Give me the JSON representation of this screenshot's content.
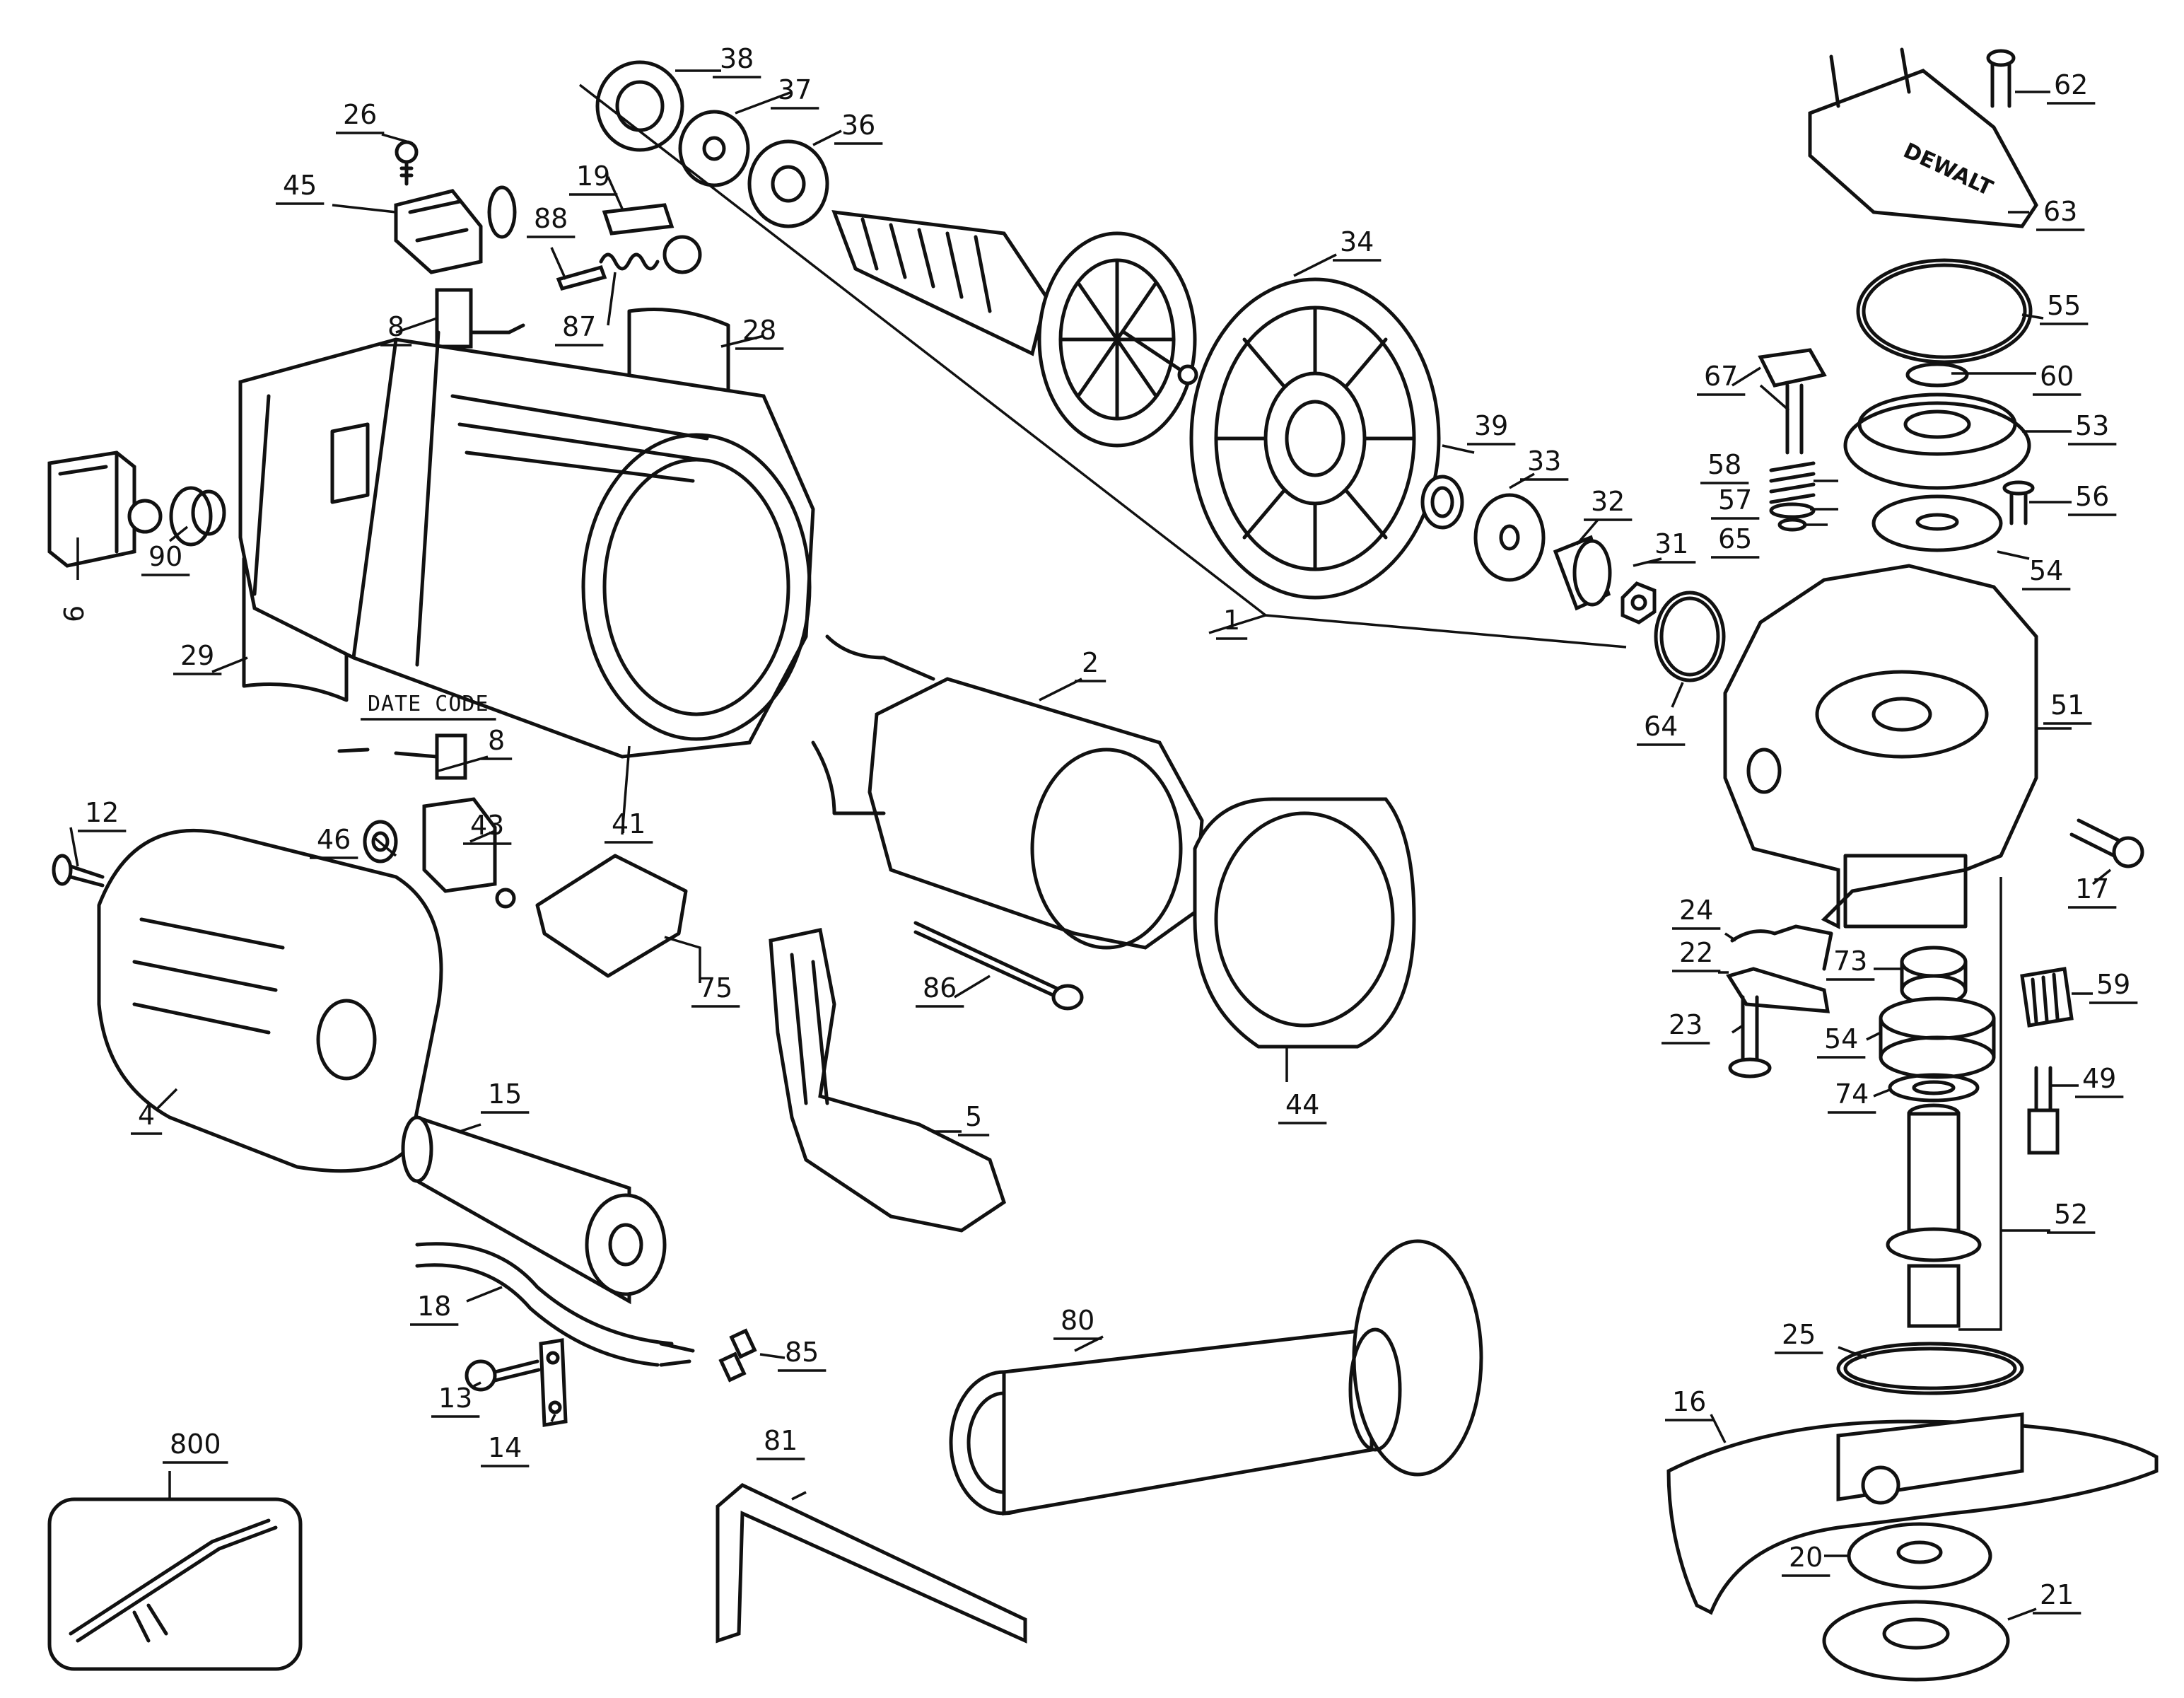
{
  "diagram": {
    "parts": [
      {
        "id": "p38",
        "label": "38",
        "icon": "bearing-ring-icon"
      },
      {
        "id": "p37",
        "label": "37",
        "icon": "washer-icon"
      },
      {
        "id": "p36",
        "label": "36",
        "icon": "bearing-icon"
      },
      {
        "id": "p26",
        "label": "26",
        "icon": "screw-icon"
      },
      {
        "id": "p45",
        "label": "45",
        "icon": "brush-holder-icon"
      },
      {
        "id": "p19",
        "label": "19",
        "icon": "spindle-lock-icon"
      },
      {
        "id": "p88",
        "label": "88",
        "icon": "pin-icon"
      },
      {
        "id": "p87",
        "label": "87",
        "icon": "spring-icon"
      },
      {
        "id": "p8a",
        "label": "8",
        "icon": "carbon-brush-icon"
      },
      {
        "id": "p28",
        "label": "28",
        "icon": "label-icon"
      },
      {
        "id": "p34",
        "label": "34",
        "icon": "fan-baffle-icon"
      },
      {
        "id": "p39",
        "label": "39",
        "icon": "washer-icon"
      },
      {
        "id": "p33",
        "label": "33",
        "icon": "bearing-icon"
      },
      {
        "id": "p32",
        "label": "32",
        "icon": "pinion-icon"
      },
      {
        "id": "p31",
        "label": "31",
        "icon": "nut-icon"
      },
      {
        "id": "p1",
        "label": "1",
        "icon": "armature-icon"
      },
      {
        "id": "p6",
        "label": "6",
        "icon": "switch-icon"
      },
      {
        "id": "p90",
        "label": "90",
        "icon": "bushing-icon"
      },
      {
        "id": "p29",
        "label": "29",
        "icon": "label-icon"
      },
      {
        "id": "p8b",
        "label": "8",
        "icon": "carbon-brush-icon"
      },
      {
        "id": "p41",
        "label": "41",
        "icon": "motor-housing-icon"
      },
      {
        "id": "p2",
        "label": "2",
        "icon": "field-stator-icon"
      },
      {
        "id": "p12",
        "label": "12",
        "icon": "screw-icon"
      },
      {
        "id": "p46",
        "label": "46",
        "icon": "spring-icon"
      },
      {
        "id": "p43",
        "label": "43",
        "icon": "brush-holder-icon"
      },
      {
        "id": "p75",
        "label": "75",
        "icon": "label-icon"
      },
      {
        "id": "p4",
        "label": "4",
        "icon": "end-cap-icon"
      },
      {
        "id": "p15",
        "label": "15",
        "icon": "cord-protector-icon"
      },
      {
        "id": "p86",
        "label": "86",
        "icon": "screw-icon"
      },
      {
        "id": "p44",
        "label": "44",
        "icon": "baffle-ring-icon"
      },
      {
        "id": "p5",
        "label": "5",
        "icon": "paddle-switch-icon"
      },
      {
        "id": "p18",
        "label": "18",
        "icon": "cord-icon"
      },
      {
        "id": "p13",
        "label": "13",
        "icon": "screw-icon"
      },
      {
        "id": "p14",
        "label": "14",
        "icon": "cord-clamp-icon"
      },
      {
        "id": "p85",
        "label": "85",
        "icon": "wire-nut-icon"
      },
      {
        "id": "p80",
        "label": "80",
        "icon": "side-handle-icon"
      },
      {
        "id": "p81",
        "label": "81",
        "icon": "hex-wrench-icon"
      },
      {
        "id": "p800",
        "label": "800",
        "icon": "cord-set-icon"
      },
      {
        "id": "p62",
        "label": "62",
        "icon": "screw-icon"
      },
      {
        "id": "p63",
        "label": "63",
        "icon": "gear-case-cover-icon"
      },
      {
        "id": "p55",
        "label": "55",
        "icon": "o-ring-icon"
      },
      {
        "id": "p67",
        "label": "67",
        "icon": "lock-button-icon"
      },
      {
        "id": "p60",
        "label": "60",
        "icon": "washer-icon"
      },
      {
        "id": "p53",
        "label": "53",
        "icon": "bearing-icon"
      },
      {
        "id": "p58",
        "label": "58",
        "icon": "spring-icon"
      },
      {
        "id": "p57",
        "label": "57",
        "icon": "washer-icon"
      },
      {
        "id": "p65",
        "label": "65",
        "icon": "retaining-ring-icon"
      },
      {
        "id": "p56",
        "label": "56",
        "icon": "screw-icon"
      },
      {
        "id": "p54a",
        "label": "54",
        "icon": "gear-icon"
      },
      {
        "id": "p64",
        "label": "64",
        "icon": "o-ring-icon"
      },
      {
        "id": "p51",
        "label": "51",
        "icon": "gear-case-icon"
      },
      {
        "id": "p17",
        "label": "17",
        "icon": "screw-icon"
      },
      {
        "id": "p24",
        "label": "24",
        "icon": "spring-icon"
      },
      {
        "id": "p22",
        "label": "22",
        "icon": "lever-icon"
      },
      {
        "id": "p73",
        "label": "73",
        "icon": "needle-bearing-icon"
      },
      {
        "id": "p59",
        "label": "59",
        "icon": "lever-icon"
      },
      {
        "id": "p23",
        "label": "23",
        "icon": "screw-icon"
      },
      {
        "id": "p54b",
        "label": "54",
        "icon": "gear-icon"
      },
      {
        "id": "p49",
        "label": "49",
        "icon": "pin-icon"
      },
      {
        "id": "p74",
        "label": "74",
        "icon": "washer-icon"
      },
      {
        "id": "p52",
        "label": "52",
        "icon": "spindle-icon"
      },
      {
        "id": "p25",
        "label": "25",
        "icon": "o-ring-icon"
      },
      {
        "id": "p16",
        "label": "16",
        "icon": "wheel-guard-icon"
      },
      {
        "id": "p20",
        "label": "20",
        "icon": "flange-icon"
      },
      {
        "id": "p21",
        "label": "21",
        "icon": "clamp-nut-icon"
      }
    ],
    "date_code_label": "DATE CODE",
    "cover_logo_text": "DEWALT"
  }
}
